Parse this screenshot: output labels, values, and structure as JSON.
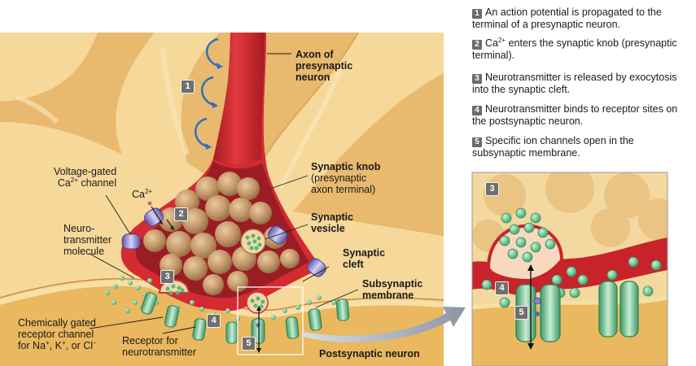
{
  "steps": [
    {
      "num": "1",
      "text_a": "An action potential is propagated to the",
      "text_b": "terminal of a presynaptic neuron."
    },
    {
      "num": "2",
      "text_a": "Ca",
      "sup": "2+",
      "text_b": " enters the synaptic knob (presynaptic",
      "text_c": "terminal)."
    },
    {
      "num": "3",
      "text_a": "Neurotransmitter is released by exocytosis",
      "text_b": "into the synaptic cleft."
    },
    {
      "num": "4",
      "text_a": "Neurotransmitter binds to receptor sites on",
      "text_b": "the postsynaptic neuron."
    },
    {
      "num": "5",
      "text_a": "Specific ion channels open in the",
      "text_b": "subsynaptic membrane."
    }
  ],
  "labels": {
    "axon_1": "Axon of",
    "axon_2": "presynaptic",
    "axon_3": "neuron",
    "knob_1": "Synaptic knob",
    "knob_2": "(presynaptic",
    "knob_3": "axon terminal)",
    "vesicle_1": "Synaptic",
    "vesicle_2": "vesicle",
    "cleft_1": "Synaptic",
    "cleft_2": "cleft",
    "subsyn_1": "Subsynaptic",
    "subsyn_2": "membrane",
    "postsyn": "Postsynaptic neuron",
    "vgated_1": "Voltage-gated",
    "vgated_2a": "Ca",
    "vgated_2sup": "2+",
    "vgated_2b": " channel",
    "ca_ion": "Ca",
    "ca_ion_sup": "2+",
    "nt_1": "Neuro-",
    "nt_2": "transmitter",
    "nt_3": "molecule",
    "chem_1": "Chemically gated",
    "chem_2": "receptor channel",
    "chem_3a": "for Na",
    "chem_3sup1": "+",
    "chem_3b": ", K",
    "chem_3sup2": "+",
    "chem_3c": ", or Cl",
    "chem_3sup3": "−",
    "receptor_1": "Receptor for",
    "receptor_2": "neurotransmitter"
  },
  "badges": {
    "b1": "1",
    "b2": "2",
    "b3": "3",
    "b4": "4",
    "b5": "5"
  },
  "colors": {
    "neuron_tan": "#f2d08c",
    "neuron_light": "#fae6b4",
    "axon_red": "#c8232a",
    "vesicle_tan": "#c79a66",
    "nt_green": "#5fbf86",
    "channel_purple": "#8c83c8",
    "receptor_green": "#6fbf8e",
    "arrow_blue": "#2f6fc2"
  }
}
